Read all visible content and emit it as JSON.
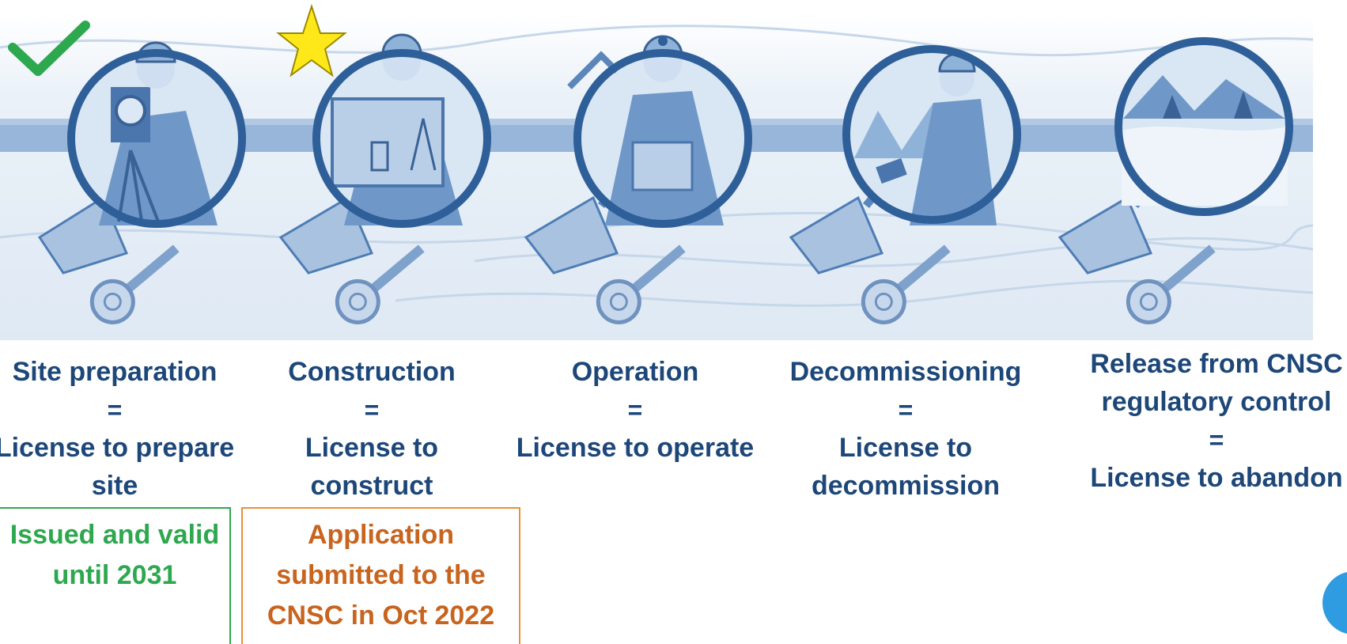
{
  "stages": [
    {
      "title": "Site preparation",
      "equals": "=",
      "license": "License to prepare site",
      "icon": "surveyor-icon"
    },
    {
      "title": "Construction",
      "equals": "=",
      "license": "License to construct",
      "icon": "blueprint-icon"
    },
    {
      "title": "Operation",
      "equals": "=",
      "license": "License to operate",
      "icon": "operator-icon"
    },
    {
      "title": "Decommissioning",
      "equals": "=",
      "license": "License to decommission",
      "icon": "decommission-icon"
    },
    {
      "title": "Release from CNSC regulatory control",
      "equals": "=",
      "license": "License to abandon",
      "icon": "landscape-icon"
    }
  ],
  "status": {
    "issued": "Issued and valid until 2031",
    "applied": "Application submitted to the CNSC in Oct 2022"
  },
  "markers": {
    "check": "checkmark-icon",
    "star": "star-icon"
  },
  "colors": {
    "title": "#1d4779",
    "illustration": "#2e5f99",
    "illustration_light": "#8fb2d9",
    "issued": "#2ea84f",
    "applied": "#c8641e",
    "star": "#ffe81a",
    "badge": "#2f9be0"
  }
}
